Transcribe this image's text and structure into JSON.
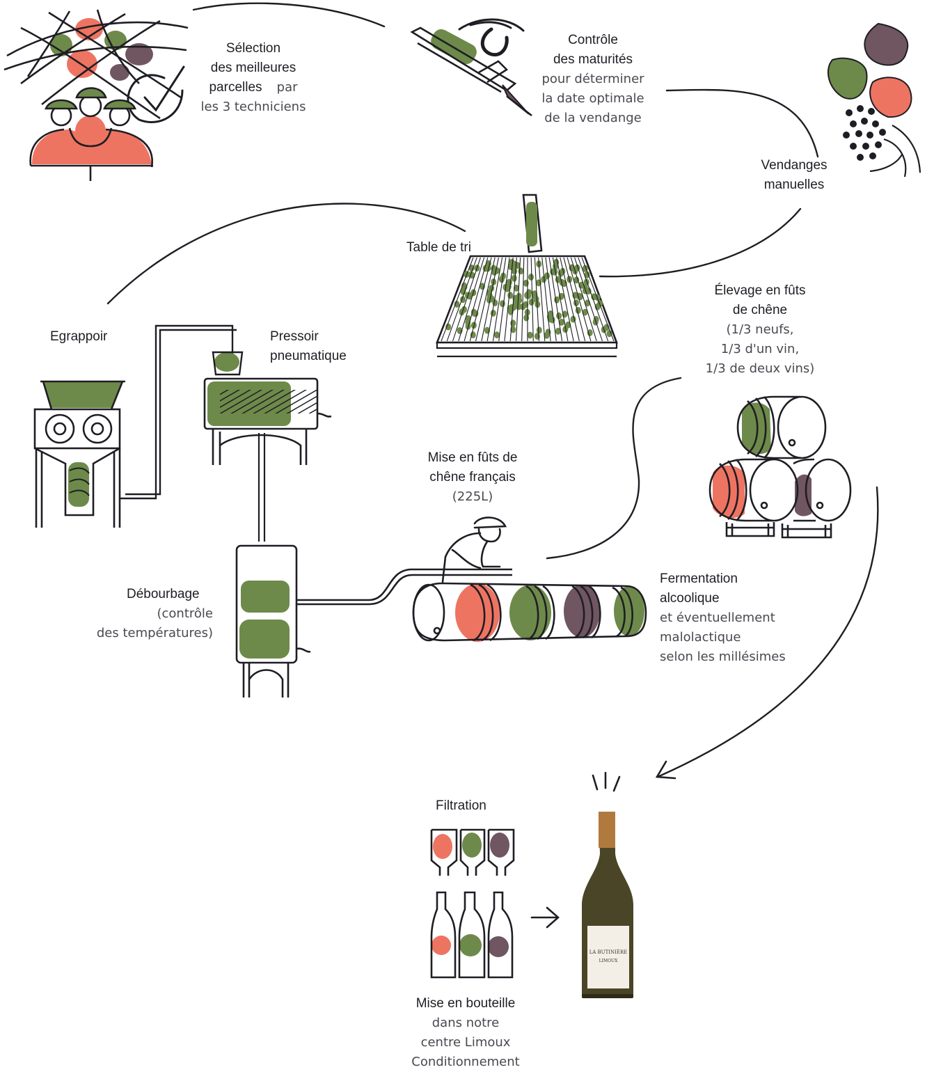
{
  "colors": {
    "ink": "#1f1d24",
    "green": "#6d8a4a",
    "coral": "#ee7462",
    "plum": "#6f5660",
    "bottle_glass": "#4a4526",
    "bottle_capsule": "#b07a3e"
  },
  "steps": {
    "selection": {
      "title_1": "Sélection",
      "title_2": "des meilleures",
      "title_3": "parcelles",
      "detail_inline": "par",
      "detail_2": "les 3 techniciens"
    },
    "maturity": {
      "title_1": "Contrôle",
      "title_2": "des maturités",
      "detail_1": "pour déterminer",
      "detail_2": "la date optimale",
      "detail_3": "de la vendange"
    },
    "harvest": {
      "title_1": "Vendanges",
      "title_2": "manuelles"
    },
    "sorting": {
      "title": "Table de tri"
    },
    "destemmer": {
      "title": "Egrappoir"
    },
    "press": {
      "title_1": "Pressoir",
      "title_2": "pneumatique"
    },
    "settling": {
      "title": "Débourbage",
      "detail_1": "(contrôle",
      "detail_2": "des températures)"
    },
    "barreling": {
      "title_1": "Mise en fûts de",
      "title_2": "chêne français",
      "detail": "(225L)"
    },
    "fermentation": {
      "title_1": "Fermentation",
      "title_2": "alcoolique",
      "detail_1": "et éventuellement",
      "detail_2": "malolactique",
      "detail_3": "selon les millésimes"
    },
    "ageing": {
      "title_1": "Élevage en fûts",
      "title_2": "de chêne",
      "detail_1": "(1/3 neufs,",
      "detail_2": "1/3 d'un vin,",
      "detail_3": "1/3 de deux vins)"
    },
    "filtration": {
      "title": "Filtration"
    },
    "bottling": {
      "title": "Mise en bouteille",
      "detail_1": "dans notre",
      "detail_2": "centre Limoux",
      "detail_3": "Conditionnement"
    }
  },
  "bottle_label": {
    "brand": "LA BUTINIÈRE",
    "region": "LIMOUX"
  },
  "icons": [
    "vineyard-grid-icon",
    "checkmark-icon",
    "technicians-icon",
    "refractometer-icon",
    "eye-icon",
    "grape-vine-icon",
    "sorting-table-icon",
    "destemmer-icon",
    "press-icon",
    "settling-tank-icon",
    "worker-icon",
    "barrel-row-icon",
    "barrel-stack-icon",
    "filter-icon",
    "bottles-icon",
    "arrow-right-icon",
    "wine-bottle-icon"
  ]
}
